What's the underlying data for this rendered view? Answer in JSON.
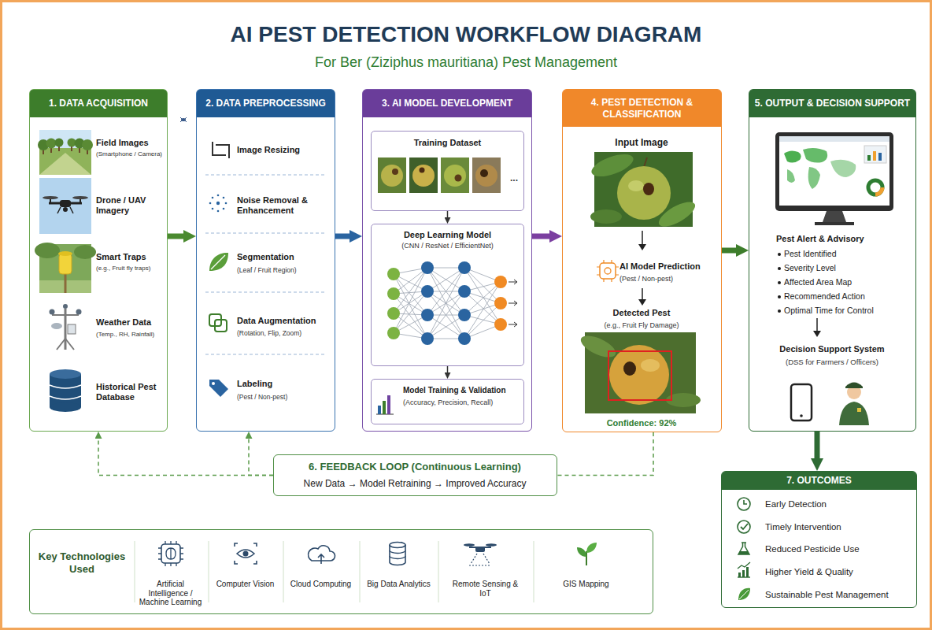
{
  "diagram": {
    "title": "AI PEST DETECTION WORKFLOW DIAGRAM",
    "nodes": [
      {
        "text": [
          "1. DATA ACQUISITION",
          "Field Images",
          "(Smartphone / Camera)",
          "Drone / UAV Imagery",
          "Smart Traps",
          "(e.g., Fruit fly traps)",
          "Weather Data",
          "(Temp., RH, Rainfall)",
          "Historical Pest Database"
        ]
      },
      {
        "text": [
          "2. DATA PREPROCESSING",
          "Image Resizing",
          "Noise Removal & Enhancement",
          "Segmentation",
          "(Leaf / Fruit Region)",
          "Data Augmentation",
          "(Rotation, Flip, Zoom)",
          "Labeling",
          "(Pest / Non-pest)"
        ]
      },
      {
        "text": [
          "3. AI MODEL DEVELOPMENT"
        ]
      },
      {
        "text": [
          "Training Dataset",
          "..."
        ],
        "in": 2
      },
      {
        "text": [
          "Deep Learning Model",
          "(CNN / ResNet / EfficientNet)"
        ],
        "in": 2
      },
      {
        "text": [
          "Model Training & Validation",
          "(Accuracy, Precision, Recall)"
        ],
        "in": 2
      },
      {
        "text": [
          "4. PEST DETECTION & CLASSIFICATION",
          "Input Image",
          "AI Model Prediction",
          "(Pest / Non-pest)",
          "Detected Pest",
          "(e.g., Fruit Fly Damage)",
          "Confidence: 92%"
        ]
      },
      {
        "text": [
          "5. OUTPUT & DECISION SUPPORT",
          "Pest Alert & Advisory",
          "Pest Identified",
          "Severity Level",
          "Affected Area Map",
          "Recommended Action",
          "Optimal Time for Control",
          "Decision Support System",
          "(DSS for Farmers / Officers)"
        ]
      },
      {
        "text": [
          "6. FEEDBACK LOOP (Continuous Learning)",
          "New Data → Model Retraining → Improved Accuracy"
        ]
      },
      {
        "text": [
          "7. OUTCOMES",
          "Early Detection",
          "Timely Intervention",
          "Reduced Pesticide Use",
          "Higher Yield & Quality",
          "Sustainable Pest Management"
        ]
      },
      {
        "text": [
          "Key Technologies Used",
          "Artificial Intelligence / Machine Learning",
          "Computer Vision",
          "Cloud Computing",
          "Big Data Analytics",
          "Remote Sensing & IoT",
          "GIS Mapping"
        ]
      }
    ],
    "edges": [
      {
        "from": 0,
        "to": 1,
        "arrow": "to"
      },
      {
        "from": 1,
        "to": 2,
        "arrow": "to"
      },
      {
        "from": 2,
        "to": 6,
        "arrow": "to"
      },
      {
        "from": 6,
        "to": 7,
        "arrow": "to"
      },
      {
        "from": 3,
        "to": 4,
        "arrow": "to"
      },
      {
        "from": 4,
        "to": 5,
        "arrow": "to"
      },
      {
        "from": 6,
        "to": 8,
        "arrow": "none"
      },
      {
        "from": 8,
        "to": 0,
        "arrow": "to"
      },
      {
        "from": 8,
        "to": 1,
        "arrow": "to"
      },
      {
        "from": 7,
        "to": 9,
        "arrow": "to"
      }
    ],
    "labels": [
      "For Ber (Ziziphus mauritiana) Pest Management"
    ]
  }
}
